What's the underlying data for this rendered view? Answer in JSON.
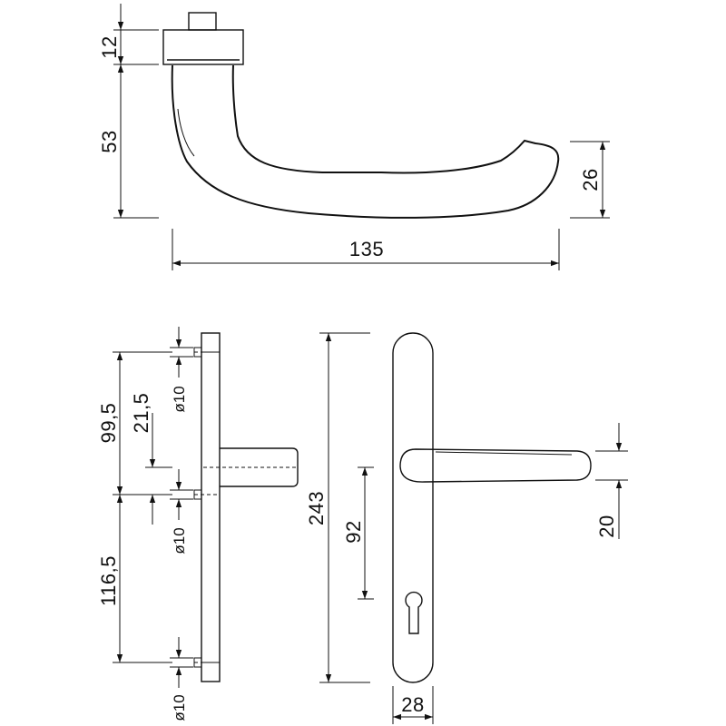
{
  "drawing": {
    "title": "",
    "dimensions": {
      "rose_height": "12",
      "lever_height": "53",
      "grip_height": "26",
      "lever_length": "135",
      "upper_spacing": "99,5",
      "upper_offset": "21,5",
      "lower_spacing": "116,5",
      "plate_length": "243",
      "cylinder_distance": "92",
      "lever_width": "20",
      "plate_width": "28",
      "hole_top": "ø10",
      "hole_middle": "ø10",
      "hole_bottom": "ø10"
    },
    "colors": {
      "line": "#111111",
      "background": "#ffffff"
    }
  }
}
